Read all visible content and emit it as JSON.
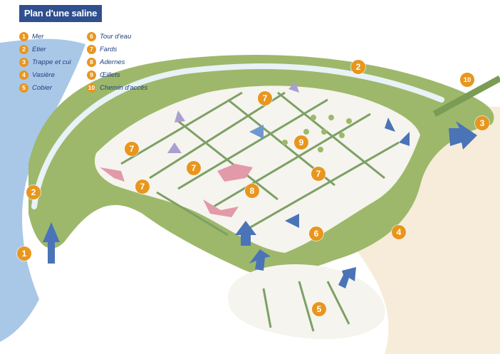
{
  "title": "Plan d'une saline",
  "legend": [
    {
      "num": "1",
      "label": "Mer"
    },
    {
      "num": "2",
      "label": "Etier"
    },
    {
      "num": "3",
      "label": "Trappe et cui"
    },
    {
      "num": "4",
      "label": "Vasière"
    },
    {
      "num": "5",
      "label": "Cobier"
    },
    {
      "num": "6",
      "label": "Tour d'eau"
    },
    {
      "num": "7",
      "label": "Fards"
    },
    {
      "num": "8",
      "label": "Adernes"
    },
    {
      "num": "9",
      "label": "Œillets"
    },
    {
      "num": "10",
      "label": "Chemin d'accès"
    }
  ],
  "callouts": {
    "c1": "1",
    "c2a": "2",
    "c2b": "2",
    "c3": "3",
    "c4": "4",
    "c5": "5",
    "c6": "6",
    "c7a": "7",
    "c7b": "7",
    "c7c": "7",
    "c7d": "7",
    "c7e": "7",
    "c8": "8",
    "c9": "9",
    "c10": "10"
  },
  "colors": {
    "sea": "#a9c8e8",
    "embankment": "#9db86a",
    "pans": "#f5f4ee",
    "mudflat": "#f7ecd9",
    "callout": "#e8961e",
    "title_bg": "#2f4f8f",
    "arrow_blue": "#4a73b8",
    "arrow_pink": "#e39aa8",
    "arrow_lilac": "#a99fd0"
  }
}
